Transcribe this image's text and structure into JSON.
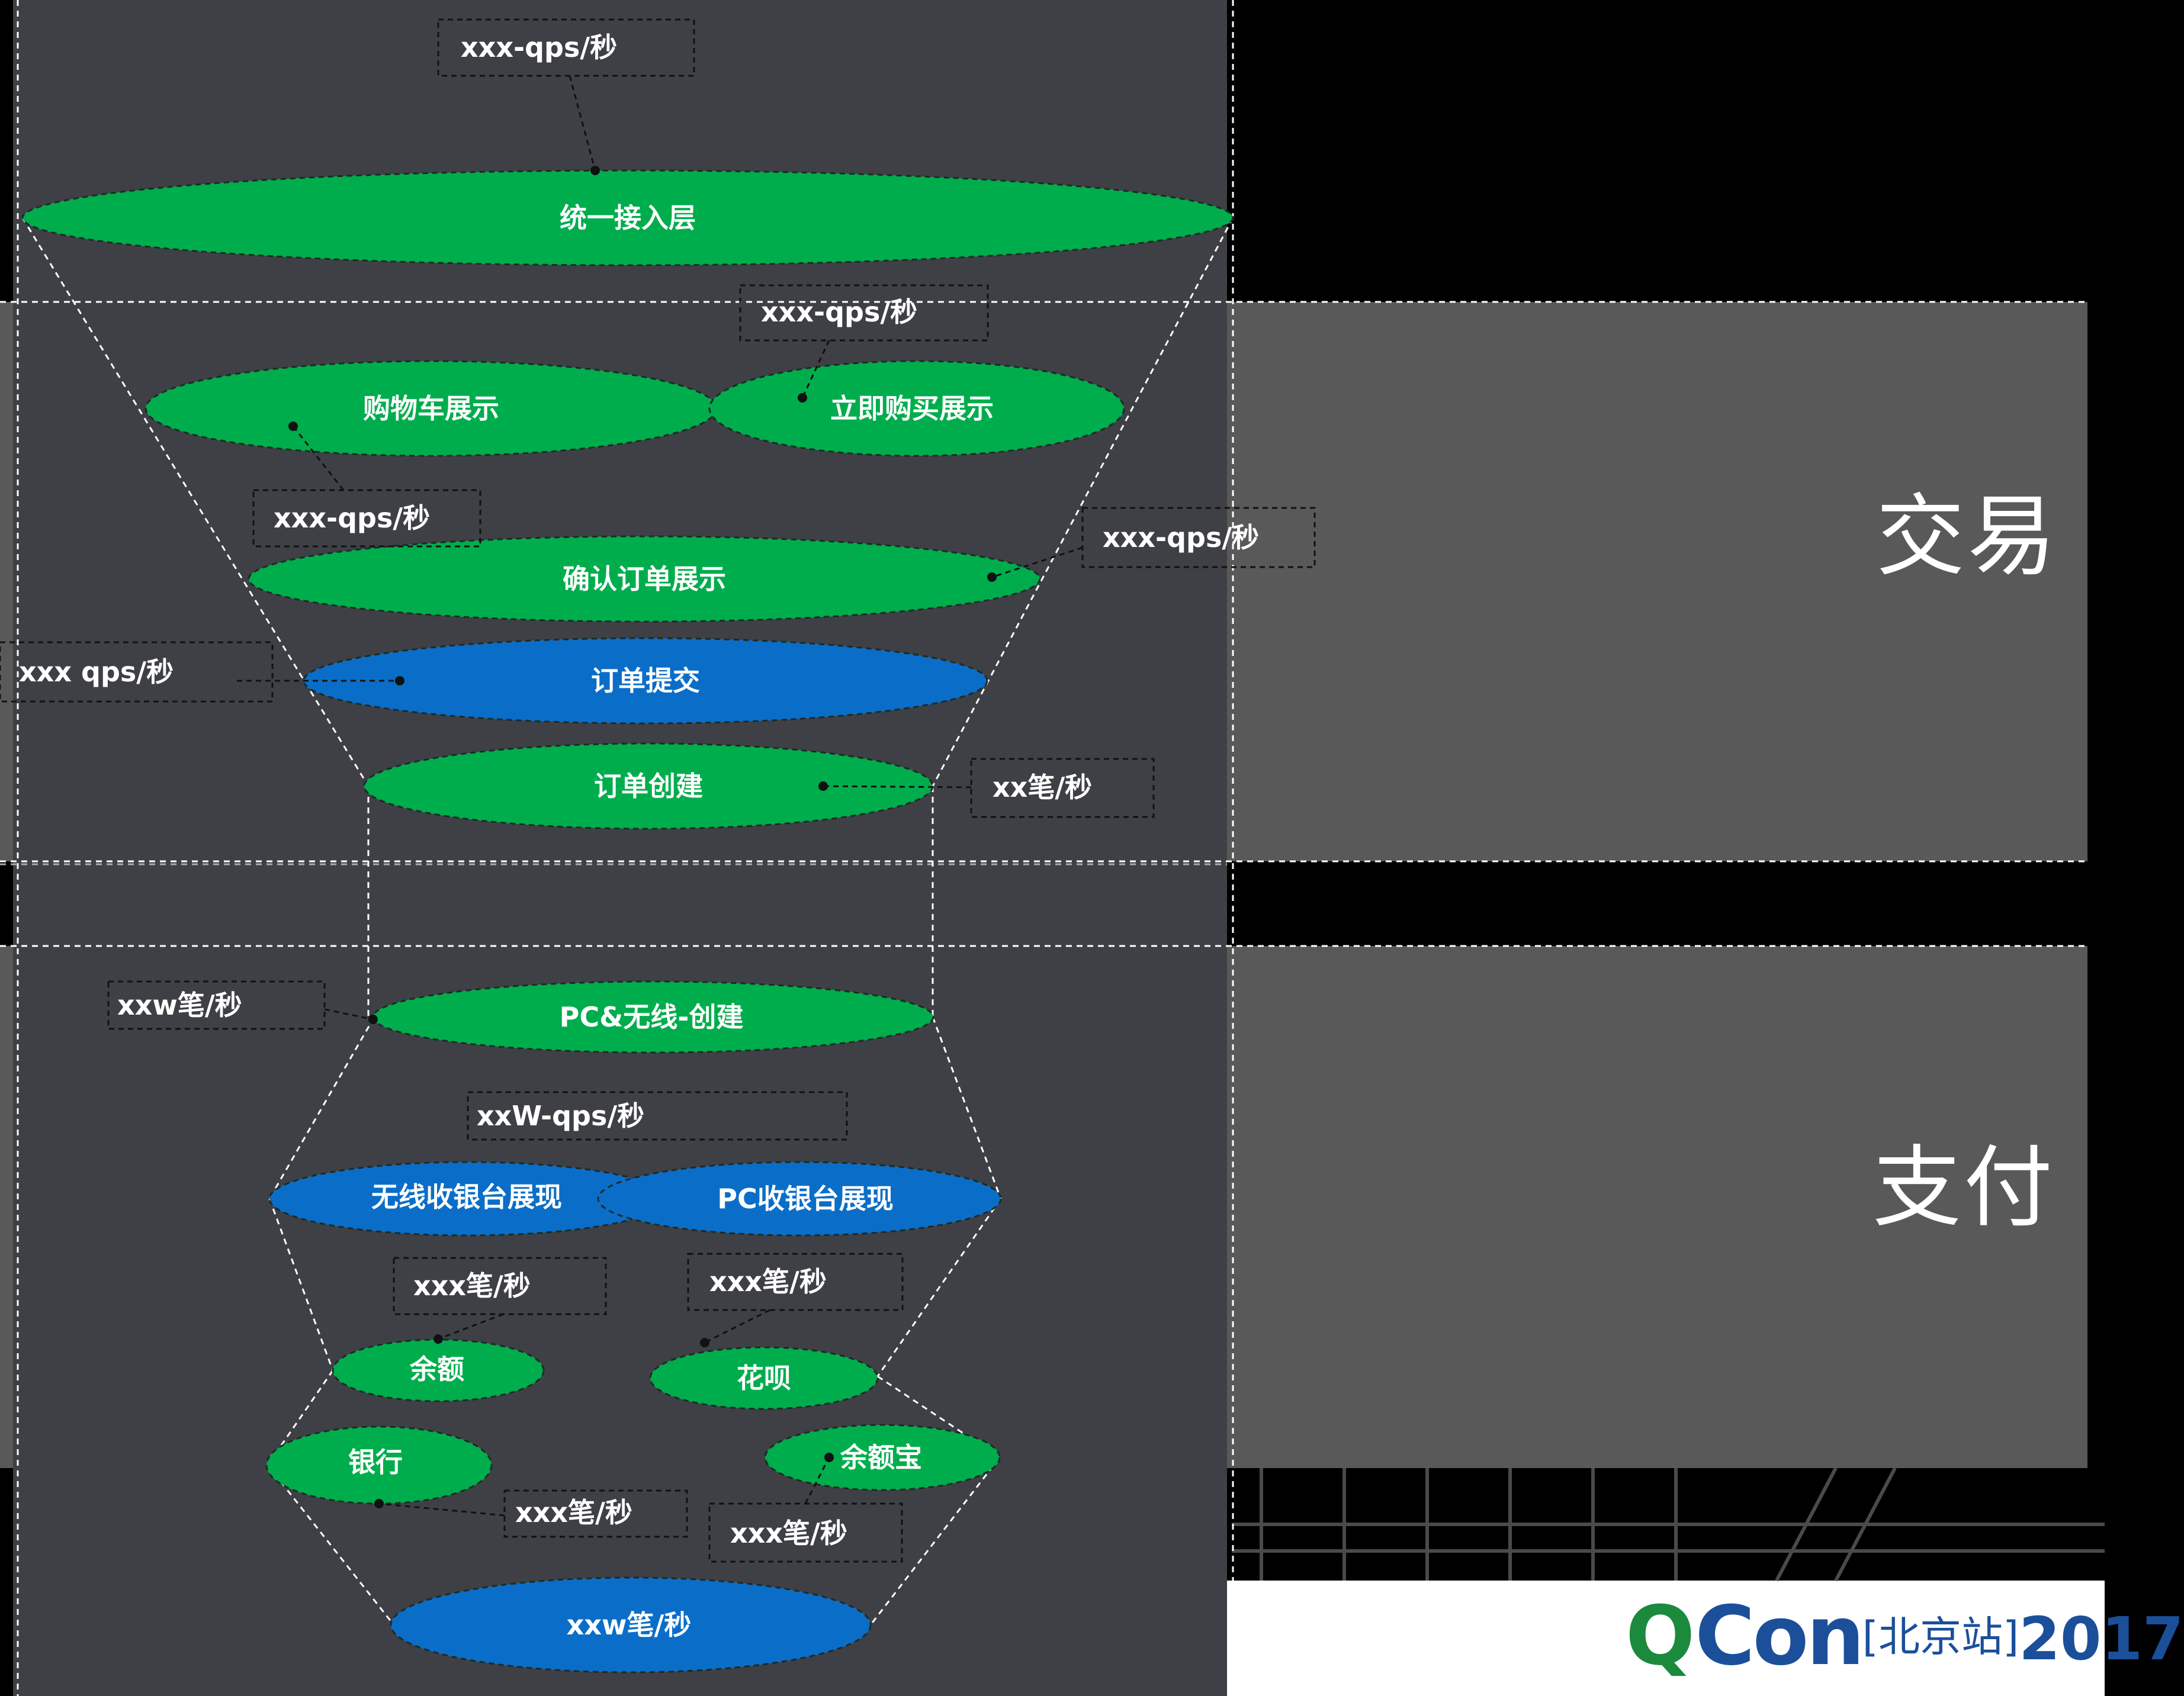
{
  "side_labels": {
    "trade": "交易",
    "payment": "支付"
  },
  "brand": {
    "q": "Q",
    "con": "Con",
    "city": "[北京站]",
    "year": "2017"
  },
  "colors": {
    "green": "#00ad4d",
    "blue": "#0a6ec8",
    "panel": "#3e4046",
    "band": "#595959",
    "dash": "#ffffff"
  },
  "nodes": {
    "gateway": "统一接入层",
    "cart": "购物车展示",
    "buy_now": "立即购买展示",
    "confirm": "确认订单展示",
    "submit": "订单提交",
    "create": "订单创建",
    "pay_create": "PC&无线-创建",
    "wireless_cashier": "无线收银台展现",
    "pc_cashier": "PC收银台展现",
    "balance": "余额",
    "huabei": "花呗",
    "bank": "银行",
    "yuebao": "余额宝",
    "bottom": "xxw笔/秒"
  },
  "callouts": {
    "gateway_qps": "xxx-qps/秒",
    "buy_now_qps": "xxx-qps/秒",
    "cart_qps": "xxx-qps/秒",
    "confirm_qps": "xxx-qps/秒",
    "submit_qps": "xxx qps/秒",
    "create_rate": "xx笔/秒",
    "pay_create_rate": "xxw笔/秒",
    "cashier_qps": "xxW-qps/秒",
    "balance_rate": "xxx笔/秒",
    "huabei_rate": "xxx笔/秒",
    "bank_rate": "xxx笔/秒",
    "yuebao_rate": "xxx笔/秒"
  }
}
